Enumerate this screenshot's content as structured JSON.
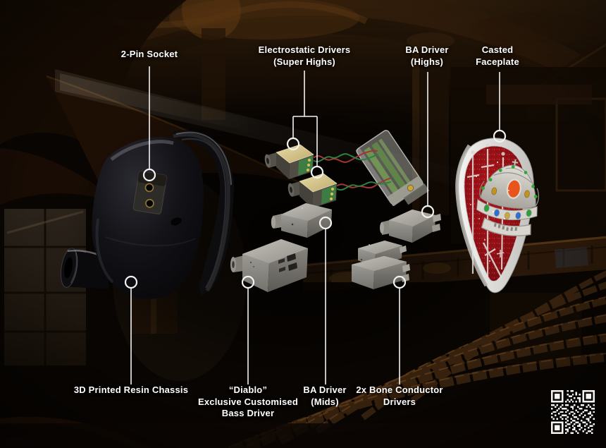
{
  "callouts": {
    "two_pin_socket": {
      "label": "2-Pin Socket"
    },
    "electrostatic_drivers": {
      "line1": "Electrostatic Drivers",
      "line2": "(Super Highs)"
    },
    "ba_driver_highs": {
      "line1": "BA Driver",
      "line2": "(Highs)"
    },
    "casted_faceplate": {
      "line1": "Casted",
      "line2": "Faceplate"
    },
    "resin_chassis": {
      "label": "3D Printed Resin Chassis"
    },
    "bass_driver": {
      "line1": "“Diablo”",
      "line2": "Exclusive Customised",
      "line3": "Bass Driver"
    },
    "ba_driver_mids": {
      "line1": "BA Driver",
      "line2": "(Mids)"
    },
    "bone_conductor_drivers": {
      "line1": "2x Bone Conductor",
      "line2": "Drivers"
    }
  },
  "colors": {
    "label_text": "#ffffff",
    "leader_line": "#f2f2f2",
    "background_base": "#090502",
    "faceplate_red": "#931016",
    "faceplate_silver": "#e8e7e3",
    "driver_metal": "#a5a39b",
    "electrostatic_gold": "#d7c88d",
    "pcb_green": "#3d7c43",
    "wire_red": "#a33634",
    "wire_green": "#2f8040",
    "crown_gem_orange": "#e8541c",
    "qr_modules": "#f5f5f5"
  }
}
